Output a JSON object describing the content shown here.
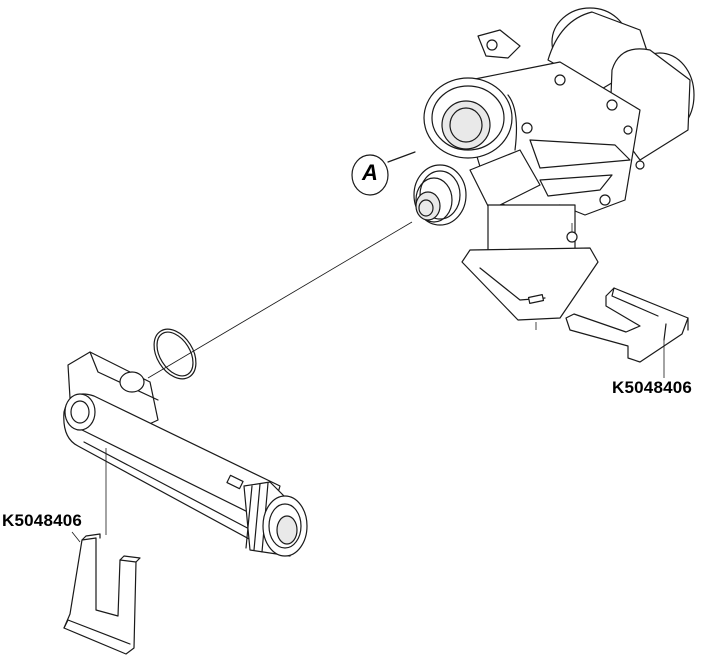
{
  "callout": {
    "letter": "A"
  },
  "parts": {
    "right_clip": {
      "part_number": "K5048406"
    },
    "left_clip": {
      "part_number": "K5048406"
    }
  }
}
